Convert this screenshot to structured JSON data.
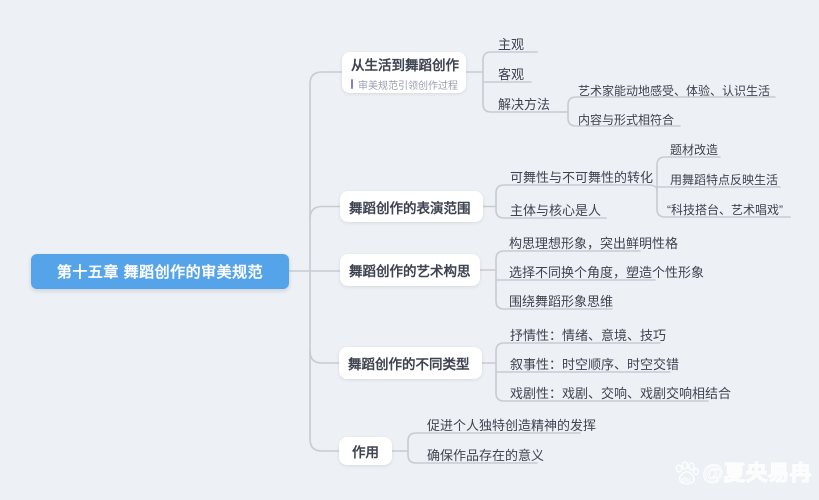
{
  "root": {
    "label": "第十五章 舞蹈创作的审美规范",
    "color": "#55a3e8"
  },
  "branches": [
    {
      "label": "从生活到舞蹈创作",
      "note": "审美规范引领创作过程",
      "children": [
        {
          "label": "主观"
        },
        {
          "label": "客观"
        },
        {
          "label": "解决方法",
          "children": [
            {
              "label": "艺术家能动地感受、体验、认识生活"
            },
            {
              "label": "内容与形式相符合"
            }
          ]
        }
      ]
    },
    {
      "label": "舞蹈创作的表演范围",
      "children": [
        {
          "label": "可舞性与不可舞性的转化",
          "children": [
            {
              "label": "题材改造"
            },
            {
              "label": "用舞蹈特点反映生活"
            },
            {
              "label": "“科技搭台、艺术唱戏”"
            }
          ]
        },
        {
          "label": "主体与核心是人"
        }
      ]
    },
    {
      "label": "舞蹈创作的艺术构思",
      "children": [
        {
          "label": "构思理想形象，突出鲜明性格"
        },
        {
          "label": "选择不同换个角度，塑造个性形象"
        },
        {
          "label": "围绕舞蹈形象思维"
        }
      ]
    },
    {
      "label": "舞蹈创作的不同类型",
      "children": [
        {
          "label": "抒情性：情绪、意境、技巧"
        },
        {
          "label": "叙事性：时空顺序、时空交错"
        },
        {
          "label": "戏剧性：戏剧、交响、戏剧交响相结合"
        }
      ]
    },
    {
      "label": "作用",
      "children": [
        {
          "label": "促进个人独特创造精神的发挥"
        },
        {
          "label": "确保作品存在的意义"
        }
      ]
    }
  ],
  "watermark": {
    "icon": "baidu-paw-icon",
    "text": "@夏央易冉"
  }
}
